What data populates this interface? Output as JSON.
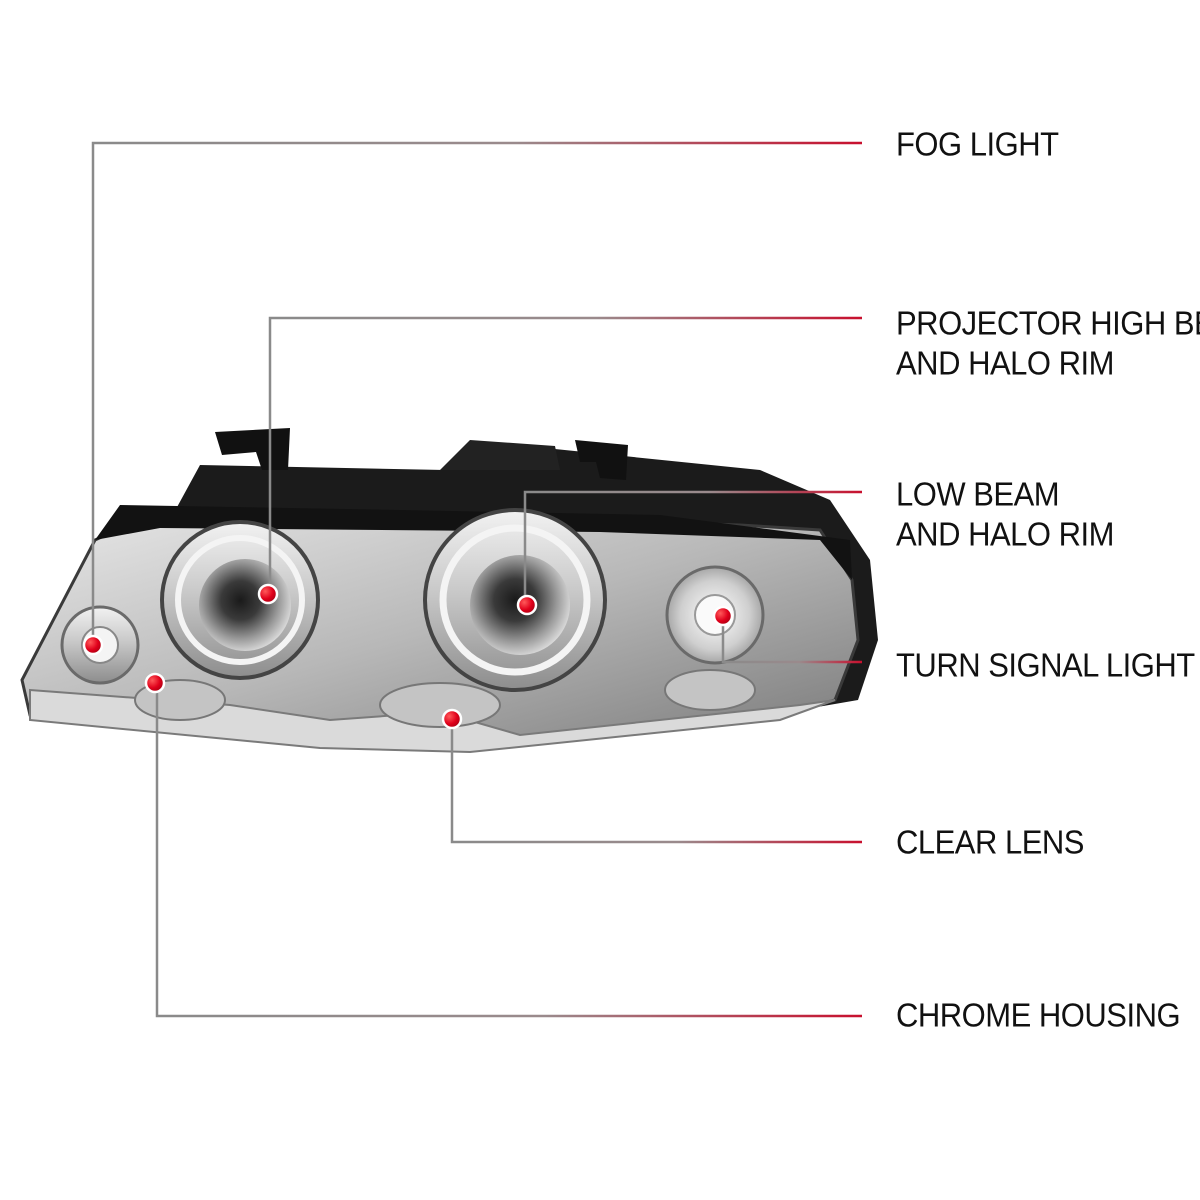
{
  "callouts": [
    {
      "id": "fog-light",
      "lines": [
        "FOG LIGHT"
      ]
    },
    {
      "id": "projector-high-beam",
      "lines": [
        "PROJECTOR HIGH BEAM",
        "AND HALO RIM"
      ]
    },
    {
      "id": "low-beam",
      "lines": [
        "LOW BEAM",
        "AND HALO RIM"
      ]
    },
    {
      "id": "turn-signal",
      "lines": [
        "TURN SIGNAL LIGHT"
      ]
    },
    {
      "id": "clear-lens",
      "lines": [
        "CLEAR LENS"
      ]
    },
    {
      "id": "chrome-housing",
      "lines": [
        "CHROME HOUSING"
      ]
    }
  ],
  "colors": {
    "leader_line": "#8a8a8a",
    "leader_accent": "#c8102e",
    "marker": "#e0001b",
    "label_text": "#111111"
  },
  "subject": {
    "icon": "headlight-assembly-icon"
  }
}
